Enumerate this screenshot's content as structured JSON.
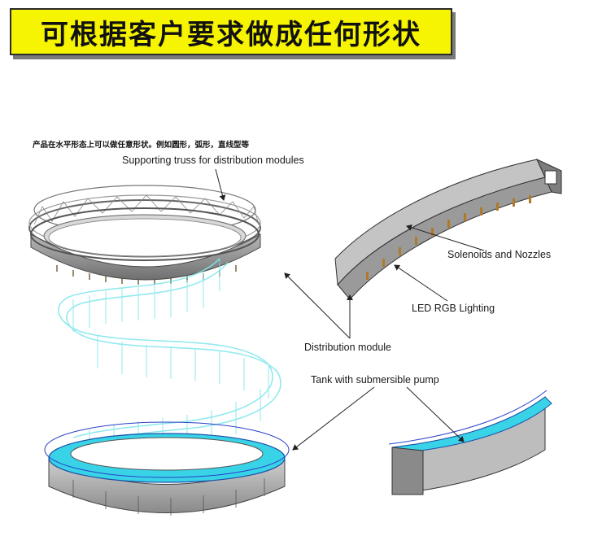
{
  "banner": {
    "text": "可根据客户要求做成任何形状"
  },
  "diagram": {
    "note": "产品在水平形态上可以做任意形状。例如圆形，弧形，直线型等",
    "labels": {
      "truss": "Supporting truss for distribution modules",
      "solenoids": "Solenoids and Nozzles",
      "led": "LED RGB Lighting",
      "distribution": "Distribution module",
      "tank": "Tank with submersible pump"
    },
    "colors": {
      "banner_bg": "#f6f400",
      "water": "#7fe6ec",
      "tank_top": "#39d3e8",
      "module_grey": "#8e8e8e",
      "nozzle_brown": "#b07a2a"
    }
  }
}
